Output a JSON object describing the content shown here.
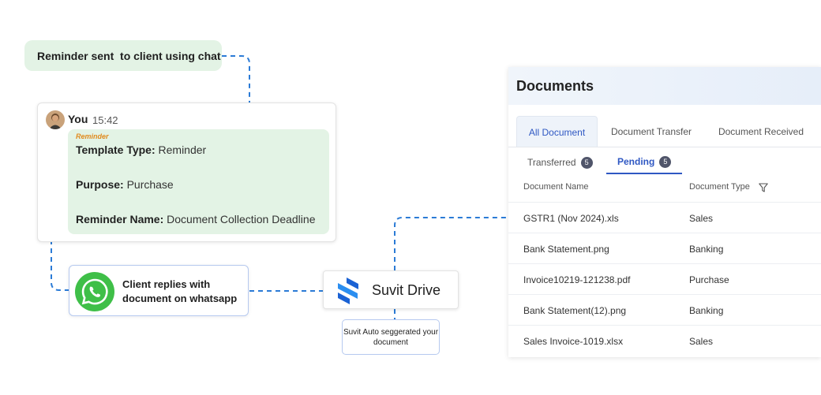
{
  "reminder_pill": "Reminder sent  to client using chat",
  "chat": {
    "sender": "You",
    "time": "15:42",
    "tag": "Reminder",
    "lines": [
      {
        "key": "Template Type:",
        "value": " Reminder"
      },
      {
        "key": "Purpose:",
        "value": " Purchase"
      },
      {
        "key": "Reminder Name:",
        "value": " Document Collection Deadline"
      }
    ]
  },
  "whatsapp": {
    "text": "Client replies with document on whatsapp"
  },
  "drive": {
    "label": "Suvit Drive"
  },
  "note": {
    "text": "Suvit Auto seggerated your document"
  },
  "documents": {
    "title": "Documents",
    "tabs": [
      "All Document",
      "Document Transfer",
      "Document Received"
    ],
    "subtabs": [
      {
        "label": "Transferred",
        "count": "5"
      },
      {
        "label": "Pending",
        "count": "5"
      }
    ],
    "columns": [
      "Document Name",
      "Document Type"
    ],
    "rows": [
      {
        "name": "GSTR1 (Nov 2024).xls",
        "type": "Sales"
      },
      {
        "name": "Bank Statement.png",
        "type": "Banking"
      },
      {
        "name": "Invoice10219-121238.pdf",
        "type": "Purchase"
      },
      {
        "name": "Bank Statement(12).png",
        "type": "Banking"
      },
      {
        "name": "Sales Invoice-1019.xlsx",
        "type": "Sales"
      }
    ]
  },
  "colors": {
    "connector": "#2b7bd6",
    "bubble": "#e3f3e5",
    "accent": "#2f58c3",
    "whatsapp": "#3fbf48",
    "tag": "#e08a1e"
  },
  "icons": [
    "avatar",
    "whatsapp-icon",
    "suvit-drive-logo",
    "filter-icon"
  ]
}
